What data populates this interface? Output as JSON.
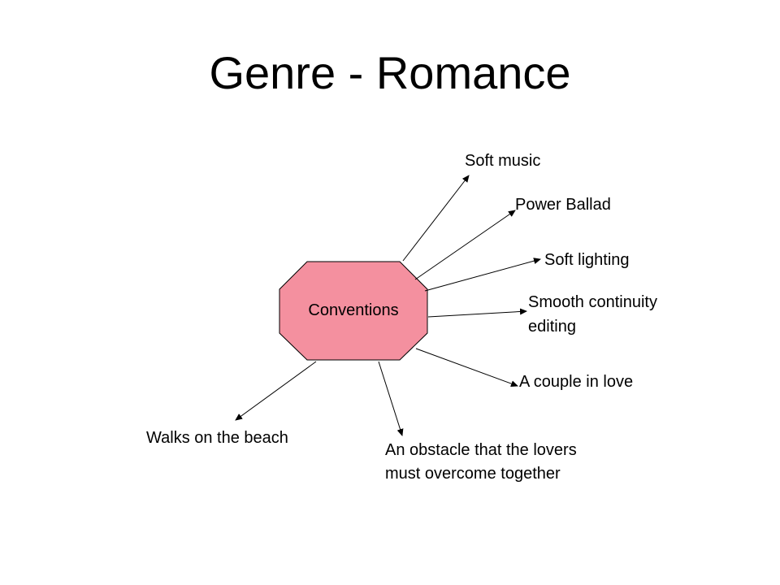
{
  "slide": {
    "title": "Genre - Romance"
  },
  "diagram": {
    "center_label": "Conventions",
    "center_fill": "#f4909f",
    "line_color": "#000000",
    "labels": {
      "soft_music": "Soft music",
      "power_ballad": "Power Ballad",
      "soft_lighting": "Soft lighting",
      "smooth_continuity_line1": "Smooth continuity",
      "smooth_continuity_line2": "editing",
      "couple_in_love": "A couple in love",
      "walks_on_beach": "Walks on the beach",
      "obstacle_line1": "An obstacle that the lovers",
      "obstacle_line2": "must overcome together"
    }
  }
}
